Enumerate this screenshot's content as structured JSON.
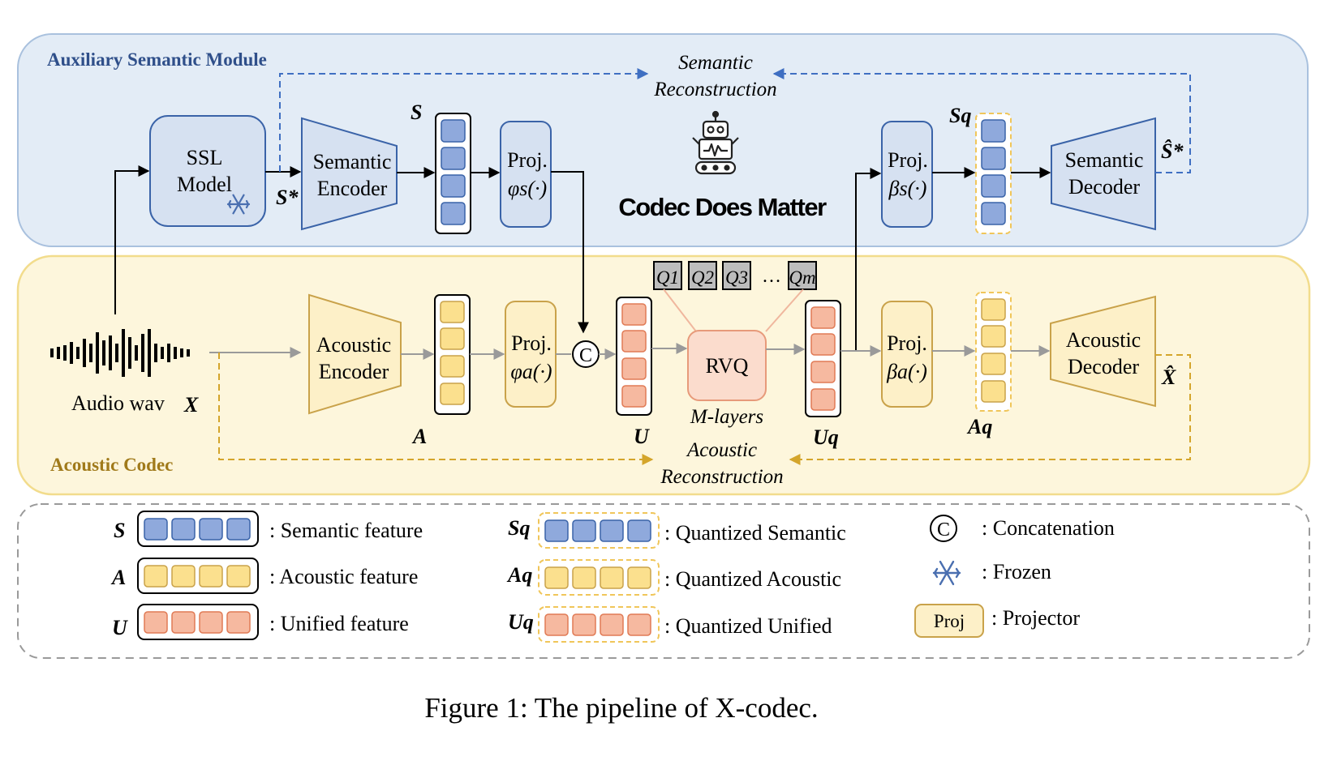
{
  "modules": {
    "semantic_title": "Auxiliary Semantic Module",
    "acoustic_title": "Acoustic Codec"
  },
  "semantic": {
    "ssl_line1": "SSL",
    "ssl_line2": "Model",
    "s_star": "S*",
    "encoder_line1": "Semantic",
    "encoder_line2": "Encoder",
    "s_label": "S",
    "proj_line1": "Proj.",
    "proj_line2": "φs(·)",
    "recon_line1": "Semantic",
    "recon_line2": "Reconstruction",
    "logo_text": "Codec Does Matter",
    "proj_out_line1": "Proj.",
    "proj_out_line2": "βs(·)",
    "sq_label": "Sq",
    "decoder_line1": "Semantic",
    "decoder_line2": "Decoder",
    "s_hat": "Ŝ*"
  },
  "acoustic": {
    "audio_label": "Audio wav",
    "x_label": "X",
    "encoder_line1": "Acoustic",
    "encoder_line2": "Encoder",
    "a_label": "A",
    "proj_line1": "Proj.",
    "proj_line2": "φa(·)",
    "concat_symbol": "C",
    "u_label": "U",
    "quantizers": [
      "Q1",
      "Q2",
      "Q3",
      "Qm"
    ],
    "ellipsis": "…",
    "rvq_label": "RVQ",
    "m_layers": "M-layers",
    "uq_label": "Uq",
    "proj_out_line1": "Proj.",
    "proj_out_line2": "βa(·)",
    "aq_label": "Aq",
    "decoder_line1": "Acoustic",
    "decoder_line2": "Decoder",
    "x_hat": "X̂",
    "recon_line1": "Acoustic",
    "recon_line2": "Reconstruction"
  },
  "legend": {
    "s": {
      "symbol": "S",
      "text": ": Semantic feature"
    },
    "a": {
      "symbol": "A",
      "text": ": Acoustic feature"
    },
    "u": {
      "symbol": "U",
      "text": ": Unified feature"
    },
    "sq": {
      "symbol": "Sq",
      "text": ": Quantized Semantic"
    },
    "aq": {
      "symbol": "Aq",
      "text": ": Quantized Acoustic"
    },
    "uq": {
      "symbol": "Uq",
      "text": ": Quantized Unified"
    },
    "concat": {
      "symbol": "C",
      "text": ": Concatenation"
    },
    "frozen": {
      "text": ": Frozen"
    },
    "proj": {
      "symbol": "Proj",
      "text": ": Projector"
    }
  },
  "caption": "Figure 1: The pipeline of X-codec.",
  "colors": {
    "semantic_bg": "#e3ecf6",
    "semantic_border": "#a9c1de",
    "acoustic_bg": "#fdf6dc",
    "acoustic_border": "#f2dc8c",
    "blue_cell": "#8fa9dc",
    "blue_fill": "#d6e1f1",
    "blue_stroke": "#3a63a8",
    "yellow_cell": "#fbe08e",
    "yellow_fill": "#fdf0c8",
    "yellow_stroke": "#c9a24a",
    "orange_cell": "#f6b9a0",
    "orange_fill": "#fbdccd",
    "orange_stroke": "#e79a7a",
    "module_title": "#2f4f8a",
    "acoustic_title": "#a07a1a"
  }
}
